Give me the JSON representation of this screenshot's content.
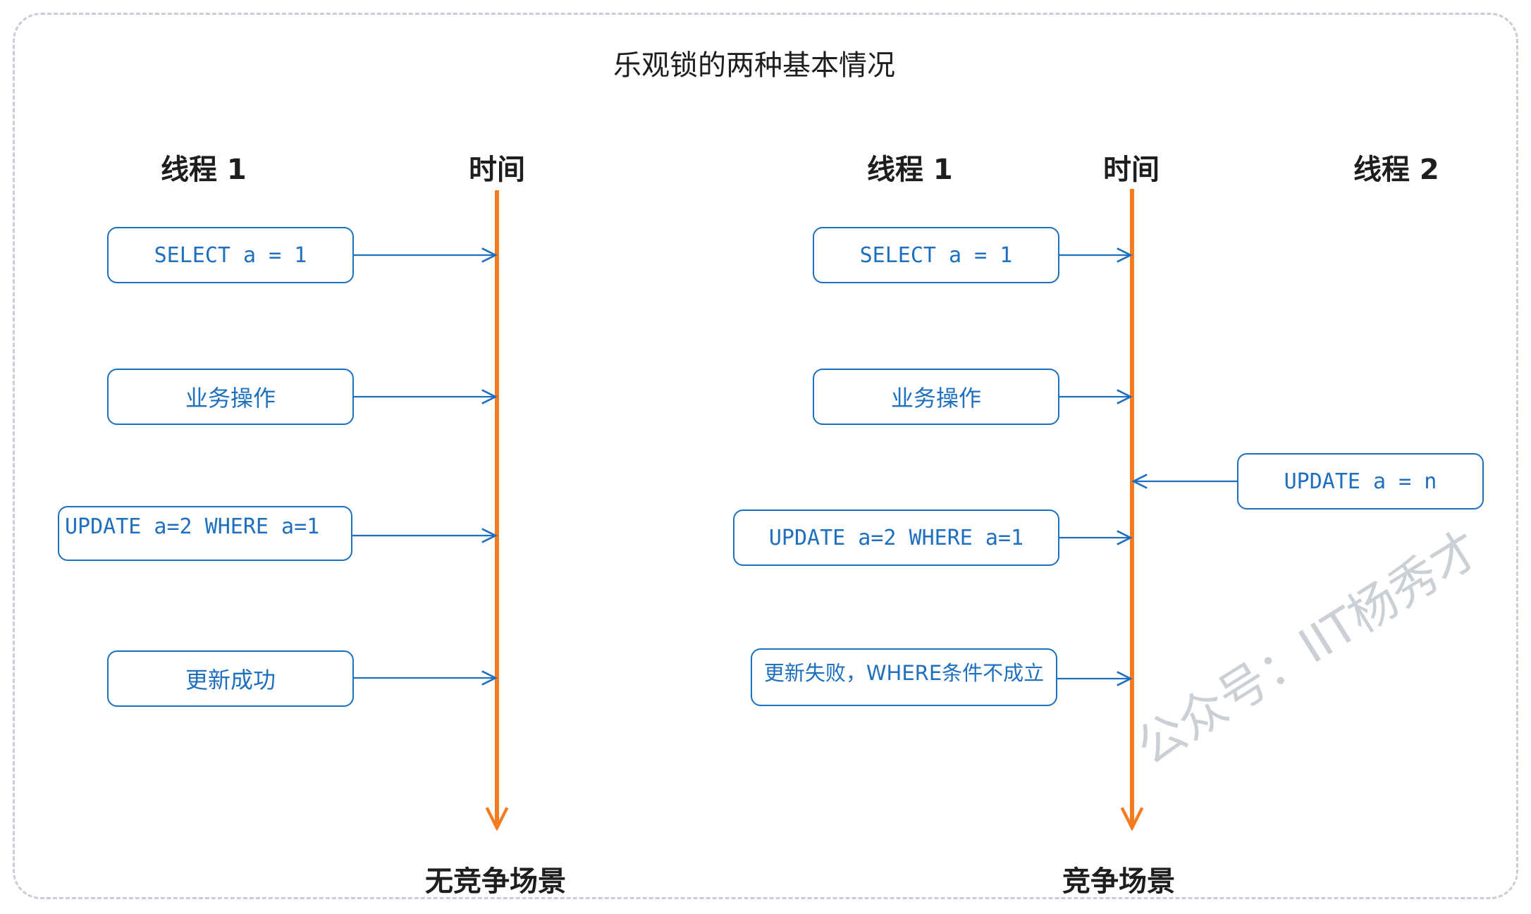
{
  "title": "乐观锁的两种基本情况",
  "left": {
    "thread_label": "线程 1",
    "time_label": "时间",
    "steps": [
      "SELECT a = 1",
      "业务操作",
      "UPDATE a=2 WHERE a=1",
      "更新成功"
    ],
    "scenario_label": "无竞争场景"
  },
  "right": {
    "thread1_label": "线程 1",
    "time_label": "时间",
    "thread2_label": "线程 2",
    "thread1_steps": [
      "SELECT a = 1",
      "业务操作",
      "UPDATE a=2 WHERE a=1",
      "更新失败，WHERE条件不成立"
    ],
    "thread2_step": "UPDATE a = n",
    "scenario_label": "竞争场景"
  },
  "watermark": "公众号：IIT杨秀才",
  "colors": {
    "box_stroke": "#1f6fbf",
    "timeline": "#f47b20",
    "frame": "#c9ced6"
  }
}
